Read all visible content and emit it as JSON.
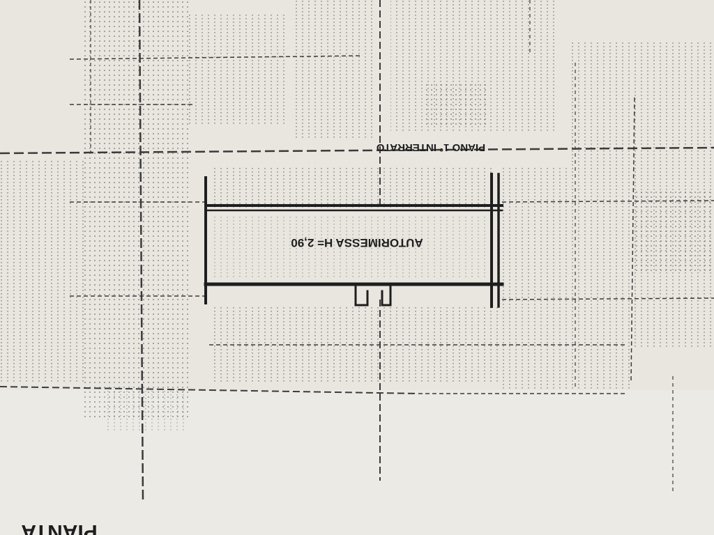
{
  "drawing": {
    "floor_label": "PIANO 1° INTERRATO",
    "room_label": "AUTORIMESSA H= 2,90",
    "corner_fragment": "PIANTA"
  },
  "colors": {
    "paper": "#e9e6e0",
    "ink": "#1e1e1e",
    "grid": "#3a3a3a"
  }
}
